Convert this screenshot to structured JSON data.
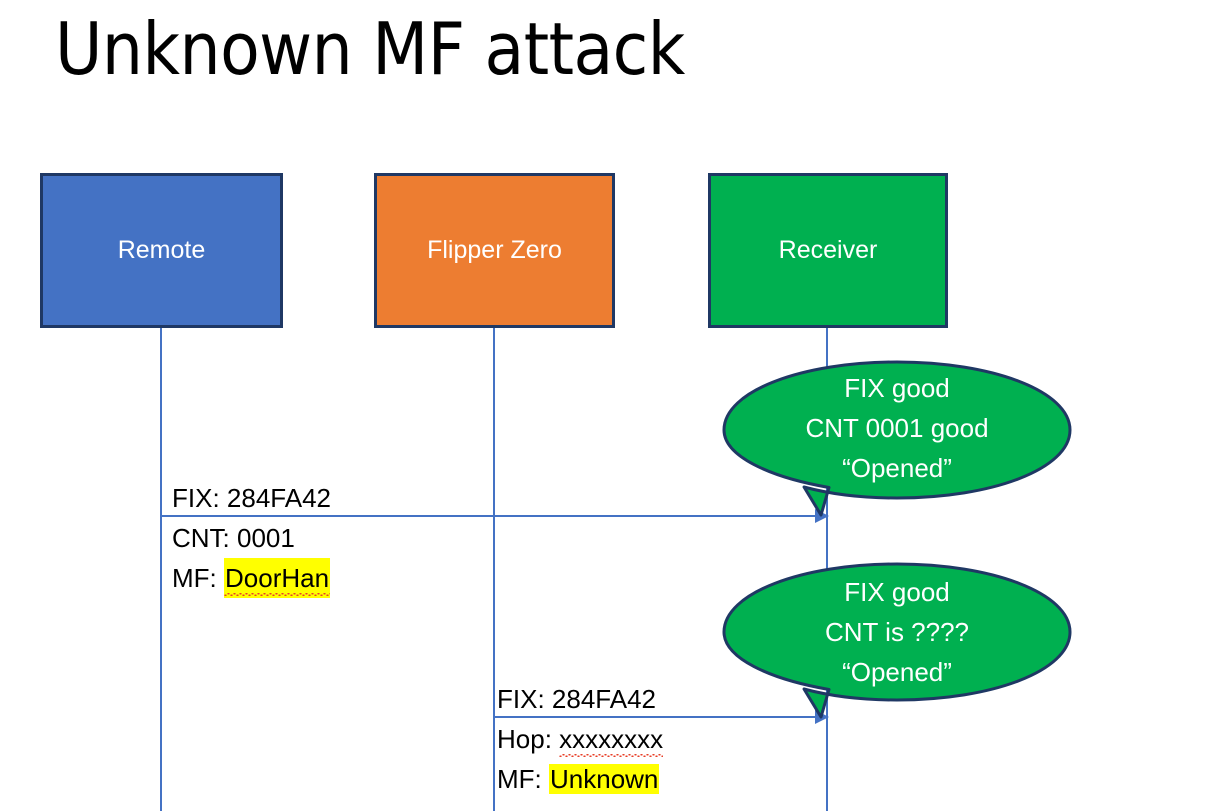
{
  "slide": {
    "title": "Unknown MF attack",
    "background": "#ffffff"
  },
  "colors": {
    "remote_fill": "#4472C4",
    "flipper_fill": "#ED7D31",
    "receiver_fill": "#00B050",
    "box_border": "#1F3864",
    "lifeline": "#4472C4",
    "arrow": "#4472C4",
    "highlight": "#FFFF00",
    "spellcheck_underline": "#E8402A",
    "text_dark": "#000000",
    "text_light": "#FFFFFF"
  },
  "actors": [
    {
      "id": "remote",
      "label": "Remote"
    },
    {
      "id": "flipper",
      "label": "Flipper Zero"
    },
    {
      "id": "receiver",
      "label": "Receiver"
    }
  ],
  "messages": [
    {
      "id": "msg-1",
      "from": "remote",
      "to": "receiver",
      "lines": [
        {
          "prefix": "FIX: ",
          "value": "284FA42",
          "highlighted": false,
          "spellcheck_error": false
        },
        {
          "prefix": "CNT: ",
          "value": "0001",
          "highlighted": false,
          "spellcheck_error": false
        },
        {
          "prefix": "MF: ",
          "value": "DoorHan",
          "highlighted": true,
          "spellcheck_error": true
        }
      ]
    },
    {
      "id": "msg-2",
      "from": "flipper",
      "to": "receiver",
      "lines": [
        {
          "prefix": "FIX: ",
          "value": "284FA42",
          "highlighted": false,
          "spellcheck_error": false
        },
        {
          "prefix": "Hop: ",
          "value": "xxxxxxxx",
          "highlighted": false,
          "spellcheck_error": true
        },
        {
          "prefix": "MF: ",
          "value": "Unknown",
          "highlighted": true,
          "spellcheck_error": false
        }
      ]
    }
  ],
  "callouts": [
    {
      "id": "callout-1",
      "anchor": "receiver",
      "lines": [
        "FIX good",
        "CNT 0001 good",
        "“Opened”"
      ]
    },
    {
      "id": "callout-2",
      "anchor": "receiver",
      "lines": [
        "FIX good",
        "CNT is ????",
        "“Opened”"
      ]
    }
  ]
}
